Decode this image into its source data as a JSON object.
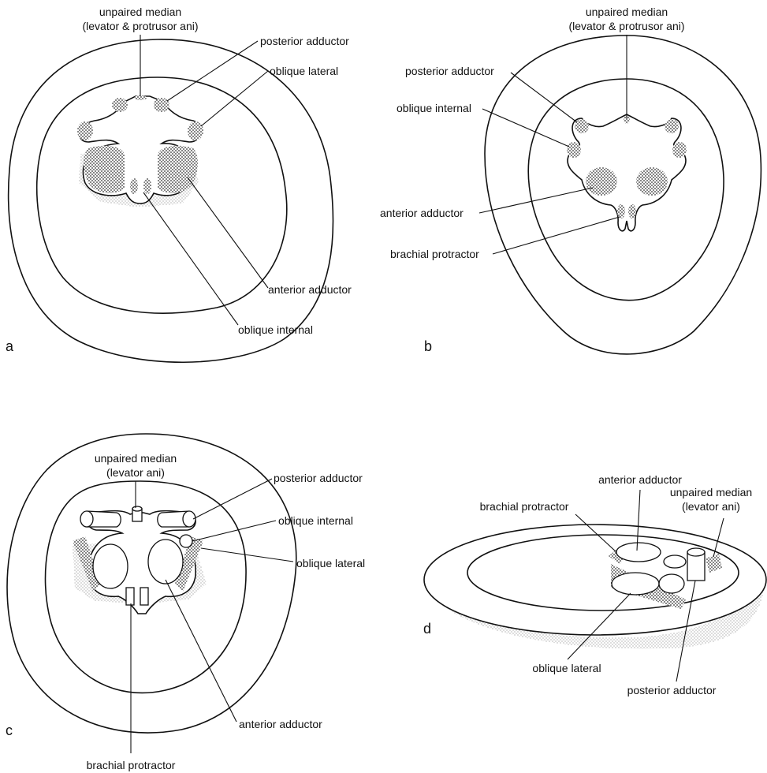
{
  "panels": [
    {
      "letter": "a",
      "labels": {
        "unpaired_median_1": "unpaired median",
        "unpaired_median_2": "(levator & protrusor ani)",
        "posterior_adductor": "posterior adductor",
        "oblique_lateral": "oblique lateral",
        "anterior_adductor": "anterior adductor",
        "oblique_internal": "oblique internal"
      }
    },
    {
      "letter": "b",
      "labels": {
        "unpaired_median_1": "unpaired median",
        "unpaired_median_2": "(levator & protrusor ani)",
        "posterior_adductor": "posterior adductor",
        "oblique_internal": "oblique internal",
        "anterior_adductor": "anterior adductor",
        "brachial_protractor": "brachial protractor"
      }
    },
    {
      "letter": "c",
      "labels": {
        "unpaired_median_1": "unpaired median",
        "unpaired_median_2": "(levator ani)",
        "posterior_adductor": "posterior adductor",
        "oblique_internal": "oblique internal",
        "oblique_lateral": "oblique lateral",
        "anterior_adductor": "anterior adductor",
        "brachial_protractor": "brachial protractor"
      }
    },
    {
      "letter": "d",
      "labels": {
        "anterior_adductor": "anterior adductor",
        "brachial_protractor": "brachial protractor",
        "unpaired_median_1": "unpaired median",
        "unpaired_median_2": "(levator ani)",
        "oblique_lateral": "oblique lateral",
        "posterior_adductor": "posterior adductor"
      }
    }
  ]
}
